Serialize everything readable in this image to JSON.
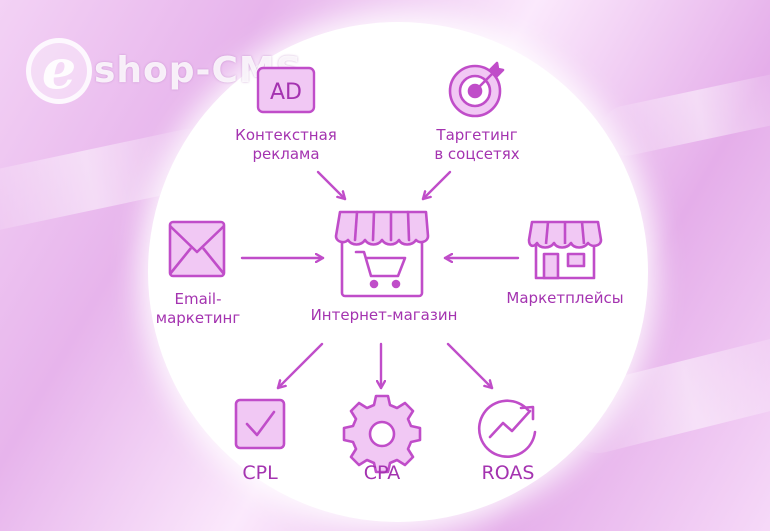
{
  "logo": {
    "letter": "e",
    "word": "shop-CMS"
  },
  "nodes": {
    "contextual_ads": {
      "badge": "AD",
      "line1": "Контекстная",
      "line2": "реклама"
    },
    "social_targeting": {
      "line1": "Таргетинг",
      "line2": "в соцсетях"
    },
    "email_marketing": {
      "line1": "Email-",
      "line2": "маркетинг"
    },
    "online_store": {
      "label": "Интернет-магазин"
    },
    "marketplaces": {
      "label": "Маркетплейсы"
    },
    "cpl": {
      "label": "CPL"
    },
    "cpa": {
      "label": "CPA"
    },
    "roas": {
      "label": "ROAS"
    }
  },
  "colors": {
    "accent": "#c04dc9",
    "icon_fill": "#f1c8f4",
    "text": "#a433b0"
  }
}
